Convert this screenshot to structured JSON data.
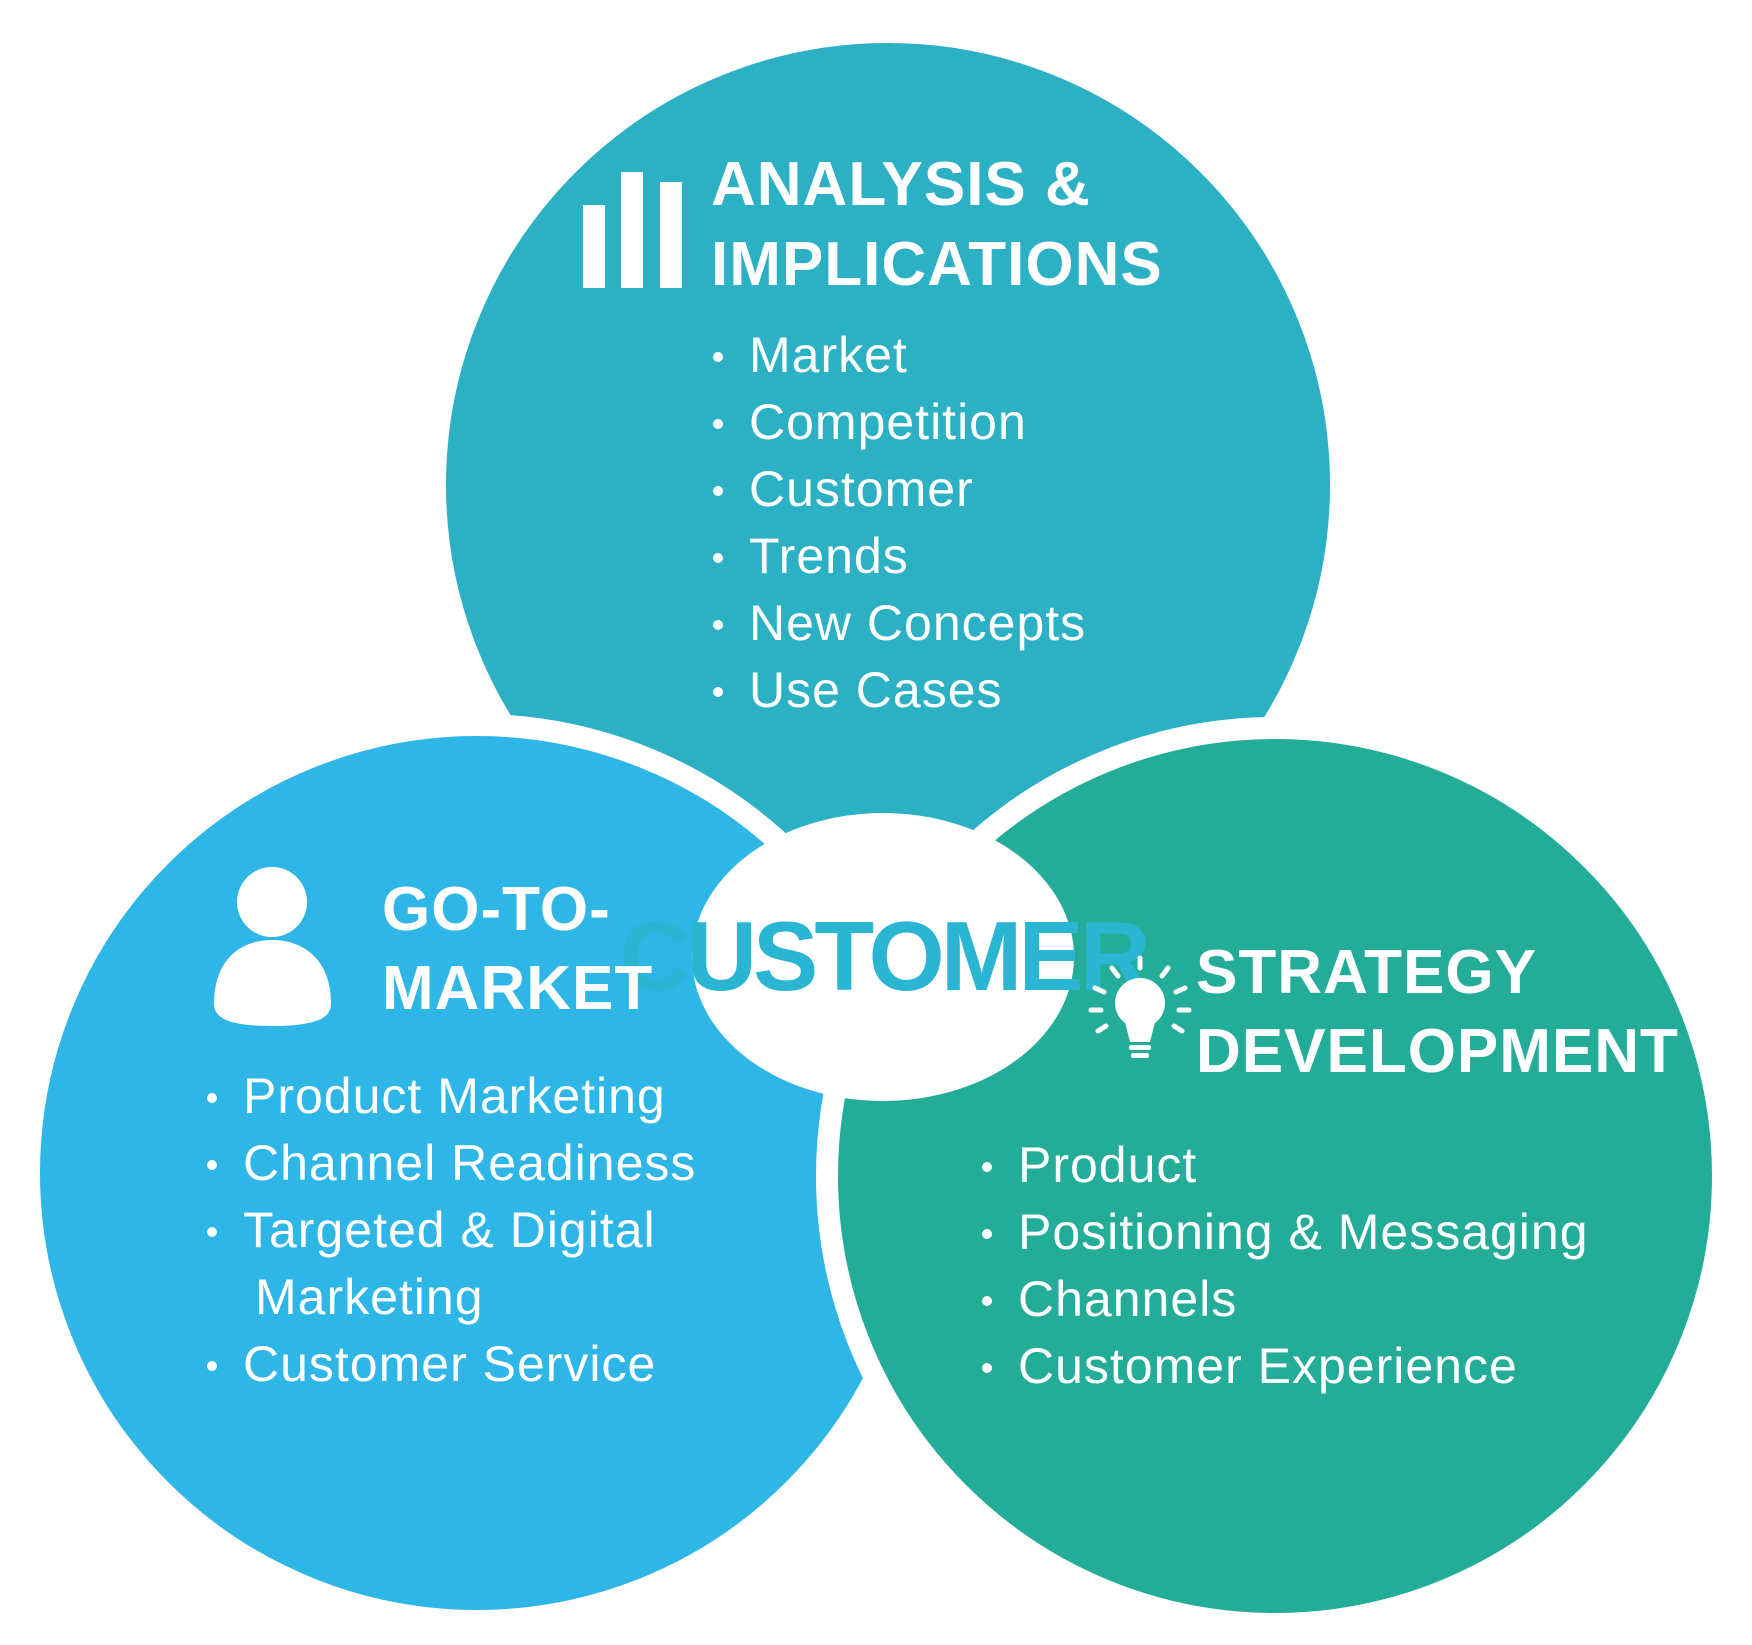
{
  "colors": {
    "top_circle": "#2bb0c4",
    "left_circle": "#2db6e6",
    "right_circle": "#23ad98",
    "center_text": "#2ab5d3",
    "background": "#ffffff",
    "text": "#ffffff"
  },
  "center": {
    "label": "CUSTOMER"
  },
  "analysis": {
    "icon": "bar-chart-icon",
    "title_line1": "ANALYSIS &",
    "title_line2": "IMPLICATIONS",
    "items": [
      "Market",
      "Competition",
      "Customer",
      "Trends",
      "New Concepts",
      "Use Cases"
    ]
  },
  "gotomarket": {
    "icon": "user-icon",
    "title_line1": "GO-TO-",
    "title_line2": "MARKET",
    "items": [
      "Product Marketing",
      "Channel Readiness",
      "Targeted & Digital",
      "Marketing",
      "Customer Service"
    ]
  },
  "strategy": {
    "icon": "lightbulb-icon",
    "title_line1": "STRATEGY",
    "title_line2": "DEVELOPMENT",
    "items": [
      "Product",
      "Positioning & Messaging",
      "Channels",
      "Customer Experience"
    ]
  }
}
